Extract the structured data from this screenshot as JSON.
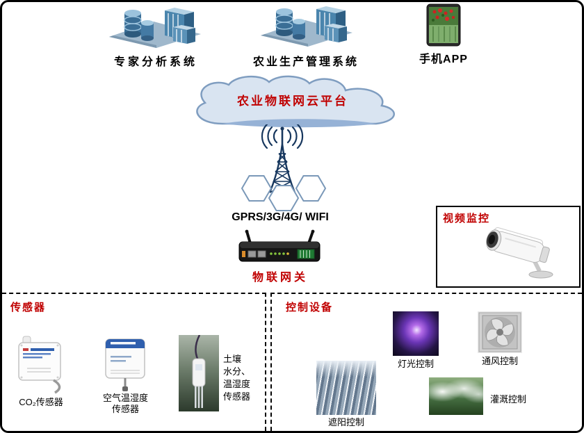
{
  "systems": {
    "expert": "专家分析系统",
    "production": "农业生产管理系统",
    "mobile": "手机APP"
  },
  "cloud": {
    "label": "农业物联网云平台"
  },
  "network": {
    "protocols": "GPRS/3G/4G/ WIFI"
  },
  "gateway": {
    "label": "物联网关"
  },
  "video": {
    "title": "视频监控"
  },
  "sensors": {
    "title": "传感器",
    "co2_label": "CO₂传感器",
    "air_line1": "空气温湿度",
    "air_line2": "传感器",
    "soil_lines": [
      "土壤",
      "水分、",
      "温湿度",
      "传感器"
    ]
  },
  "controls": {
    "title": "控制设备",
    "light": "灯光控制",
    "ventilation": "通风控制",
    "shade": "遮阳控制",
    "irrigation": "灌溉控制"
  },
  "icons": {
    "expert_system": "server-buildings-icon",
    "production_system": "server-buildings-icon",
    "mobile_app": "smartphone-icon",
    "cloud": "cloud-icon",
    "network": "radio-tower-icon",
    "gateway": "router-device-icon",
    "video": "cctv-camera-icon"
  },
  "colors": {
    "accent_red": "#c00000",
    "tower_navy": "#17375e",
    "cloud_fill": "#d9e4f1",
    "cloud_edge": "#7f9dc0"
  }
}
